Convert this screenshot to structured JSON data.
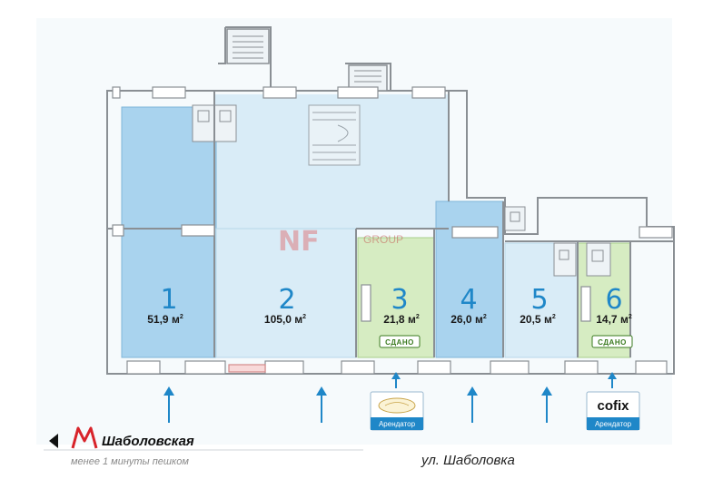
{
  "units": [
    {
      "number": "1",
      "area": "51,9 м",
      "sup": "2",
      "sold": ""
    },
    {
      "number": "2",
      "area": "105,0 м",
      "sup": "2",
      "sold": ""
    },
    {
      "number": "3",
      "area": "21,8 м",
      "sup": "2",
      "sold": "СДАНО"
    },
    {
      "number": "4",
      "area": "26,0 м",
      "sup": "2",
      "sold": ""
    },
    {
      "number": "5",
      "area": "20,5 м",
      "sup": "2",
      "sold": ""
    },
    {
      "number": "6",
      "area": "14,7 м",
      "sup": "2",
      "sold": "СДАНО"
    }
  ],
  "tenants": [
    {
      "label": "Арендатор",
      "brand": ""
    },
    {
      "label": "Арендатор",
      "brand": "cofix"
    }
  ],
  "watermark": {
    "main": "NF",
    "sub": "GROUP"
  },
  "metro": {
    "station": "Шаболовская",
    "walk": "менее 1 минуты пешком",
    "icon": "metro-m-icon"
  },
  "street": "ул. Шаболовка",
  "colors": {
    "blue_unit": "#a9d3ee",
    "light_blue": "#d9ecf7",
    "green_unit": "#d6ecc2",
    "wall": "#8a8f94",
    "arrow": "#1f87c8",
    "metro_red": "#d8232a",
    "sold_green": "#3a7a1f"
  }
}
